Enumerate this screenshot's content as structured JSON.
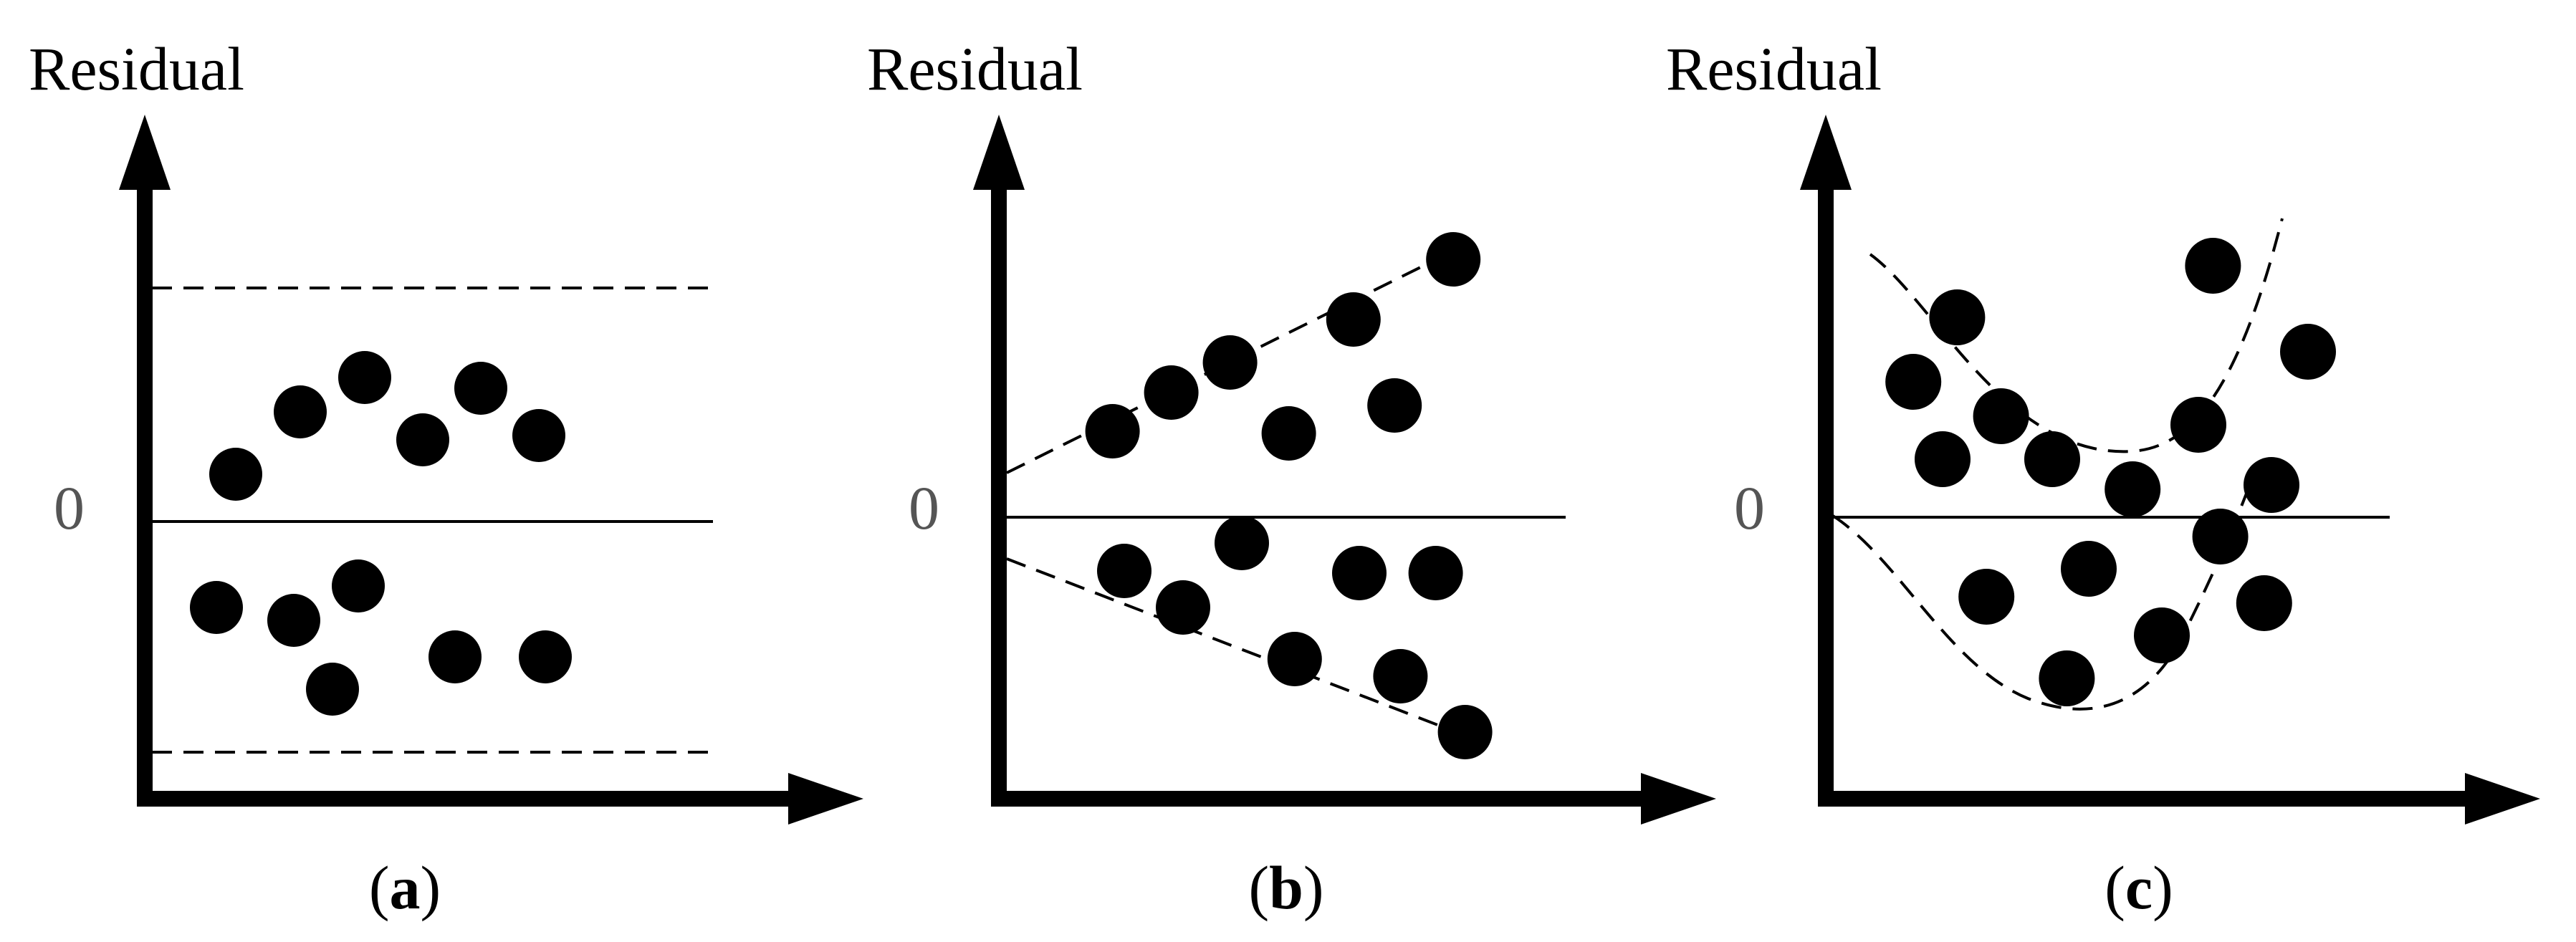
{
  "panels": [
    {
      "id": "a",
      "axis_title": "Residual",
      "zero_label": "0",
      "caption_open": "(",
      "caption_letter": "a",
      "caption_close": ")",
      "pattern": "constant-band",
      "points": [
        [
          1.3,
          0.22
        ],
        [
          2.3,
          0.51
        ],
        [
          3.3,
          0.67
        ],
        [
          4.2,
          0.38
        ],
        [
          5.1,
          0.62
        ],
        [
          6.0,
          0.4
        ],
        [
          1.0,
          -0.4
        ],
        [
          2.2,
          -0.46
        ],
        [
          3.2,
          -0.3
        ],
        [
          2.8,
          -0.78
        ],
        [
          4.7,
          -0.63
        ],
        [
          6.1,
          -0.63
        ]
      ]
    },
    {
      "id": "b",
      "axis_title": "Residual",
      "zero_label": "0",
      "caption_open": "(",
      "caption_letter": "b",
      "caption_close": ")",
      "pattern": "funnel",
      "points": [
        [
          1.8,
          0.4
        ],
        [
          2.8,
          0.58
        ],
        [
          3.8,
          0.72
        ],
        [
          4.8,
          0.39
        ],
        [
          5.9,
          0.92
        ],
        [
          6.6,
          0.52
        ],
        [
          7.6,
          1.2
        ],
        [
          2.0,
          -0.25
        ],
        [
          3.0,
          -0.42
        ],
        [
          4.0,
          -0.12
        ],
        [
          4.9,
          -0.66
        ],
        [
          6.0,
          -0.26
        ],
        [
          6.7,
          -0.74
        ],
        [
          7.3,
          -0.26
        ],
        [
          7.8,
          -1.0
        ]
      ]
    },
    {
      "id": "c",
      "axis_title": "Residual",
      "zero_label": "0",
      "caption_open": "(",
      "caption_letter": "c",
      "caption_close": ")",
      "pattern": "curved-band",
      "points": [
        [
          1.1,
          0.63
        ],
        [
          1.7,
          0.93
        ],
        [
          1.5,
          0.27
        ],
        [
          2.3,
          0.47
        ],
        [
          3.0,
          0.27
        ],
        [
          4.1,
          0.13
        ],
        [
          5.0,
          0.43
        ],
        [
          5.2,
          1.17
        ],
        [
          6.0,
          0.15
        ],
        [
          6.5,
          0.77
        ],
        [
          2.1,
          -0.37
        ],
        [
          3.5,
          -0.24
        ],
        [
          3.2,
          -0.75
        ],
        [
          4.5,
          -0.55
        ],
        [
          5.3,
          -0.09
        ],
        [
          5.9,
          -0.4
        ]
      ]
    }
  ]
}
